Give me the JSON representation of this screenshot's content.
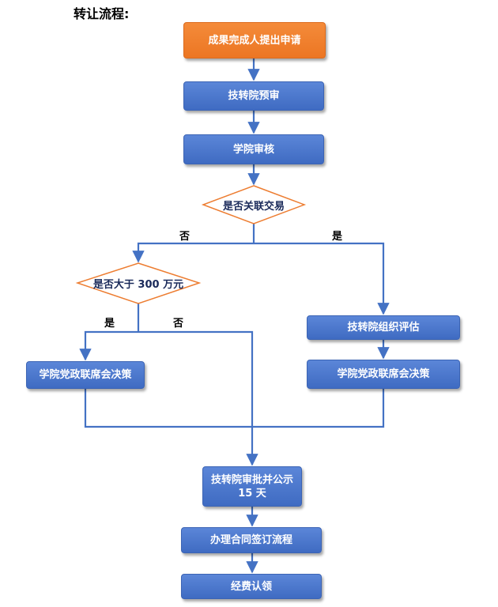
{
  "title": "转让流程:",
  "nodes": {
    "apply": "成果完成人提出申请",
    "pre_review": "技转院预审",
    "college_review": "学院审核",
    "related_decision": "是否关联交易",
    "amount_decision": "是否大于 300 万元",
    "org_eval": "技转院组织评估",
    "college_meeting_left": "学院党政联席会决策",
    "college_meeting_right": "学院党政联席会决策",
    "approve_publicize_line1": "技转院审批并公示",
    "approve_publicize_line2": "15 天",
    "contract": "办理合同签订流程",
    "funds": "经费认领"
  },
  "branch_labels": {
    "related_no": "否",
    "related_yes": "是",
    "amount_yes": "是",
    "amount_no": "否"
  },
  "colors": {
    "start_box": "#ec7623",
    "process_box": "#4472c4",
    "connector": "#4472c4",
    "decision_border": "#ed7d31"
  }
}
